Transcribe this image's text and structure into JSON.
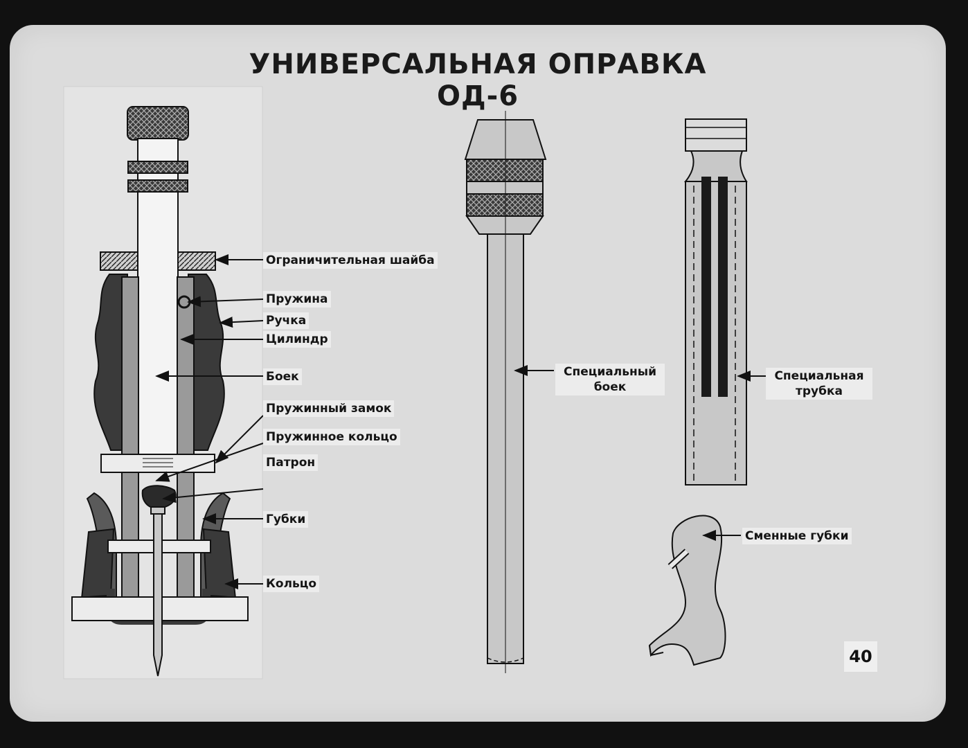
{
  "title": "УНИВЕРСАЛЬНАЯ ОПРАВКА ОД-6",
  "page_number": "40",
  "assembly_labels": {
    "limit_washer": "Ограничительная шайба",
    "spring": "Пружина",
    "handle": "Ручка",
    "cylinder": "Цилиндр",
    "striker": "Боек",
    "spring_lock": "Пружинный замок",
    "spring_ring": "Пружинное кольцо",
    "cartridge": "Патрон",
    "jaws": "Губки",
    "ring": "Кольцо"
  },
  "special_striker": {
    "line1": "Специальный",
    "line2": "боек"
  },
  "special_tube": {
    "line1": "Специальная",
    "line2": "трубка"
  },
  "replaceable_jaws": "Сменные губки",
  "colors": {
    "background": "#111111",
    "slide": "#dcdcdc",
    "ink": "#1a1a1a",
    "dark_fill": "#3a3a3a",
    "mid_fill": "#9a9a9a",
    "light_fill": "#c8c8c8",
    "paper_fill": "#f2f2f2"
  }
}
